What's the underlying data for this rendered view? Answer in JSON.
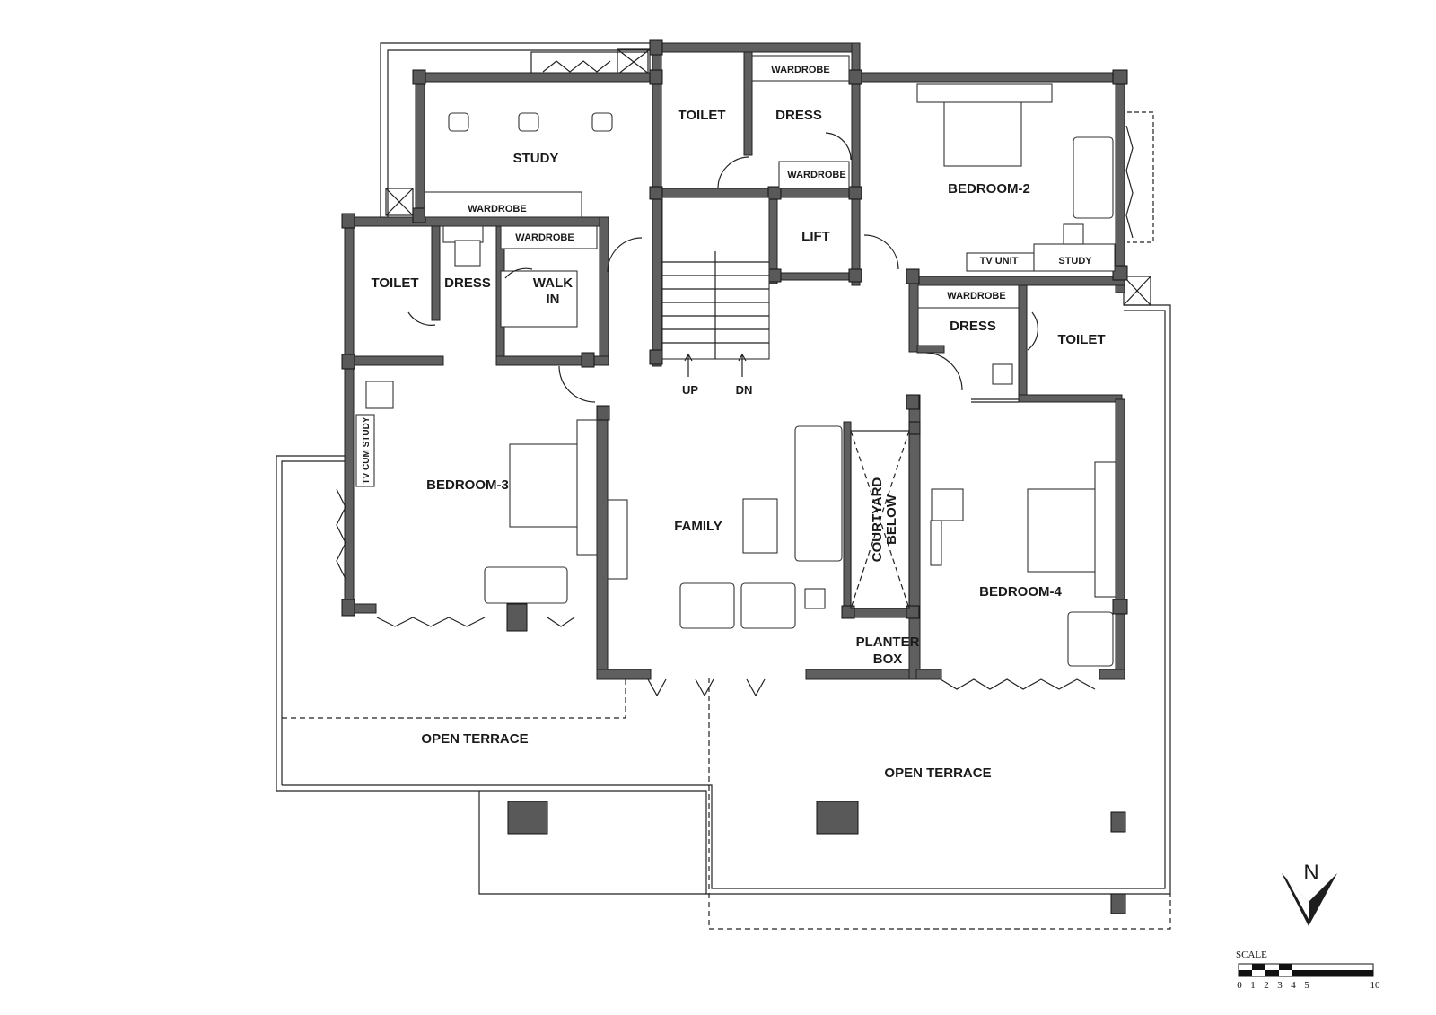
{
  "rooms": {
    "study_top": "STUDY",
    "wardrobe_study": "WARDROBE",
    "toilet_top": "TOILET",
    "wardrobe_dress_top": "WARDROBE",
    "dress_top": "DRESS",
    "wardrobe_dress_bottom": "WARDROBE",
    "bedroom2": "BEDROOM-2",
    "lift": "LIFT",
    "tv_unit": "TV UNIT",
    "study_bed2": "STUDY",
    "toilet_left": "TOILET",
    "dress_left": "DRESS",
    "wardrobe_left": "WARDROBE",
    "walk_in_1": "WALK",
    "walk_in_2": "IN",
    "wardrobe_right": "WARDROBE",
    "dress_right": "DRESS",
    "toilet_right": "TOILET",
    "stair_up": "UP",
    "stair_dn": "DN",
    "tv_cum_study": "TV CUM STUDY",
    "bedroom3": "BEDROOM-3",
    "family": "FAMILY",
    "courtyard_1": "COURTYARD",
    "courtyard_2": "BELOW",
    "planter_1": "PLANTER",
    "planter_2": "BOX",
    "bedroom4": "BEDROOM-4",
    "terrace_left": "OPEN TERRACE",
    "terrace_right": "OPEN TERRACE"
  },
  "north": "N",
  "scale": {
    "title": "SCALE",
    "ticks": [
      "0",
      "1",
      "2",
      "3",
      "4",
      "5"
    ],
    "end": "10"
  },
  "colors": {
    "wall": "#5f5f5f",
    "line": "#222222",
    "background": "#ffffff"
  }
}
